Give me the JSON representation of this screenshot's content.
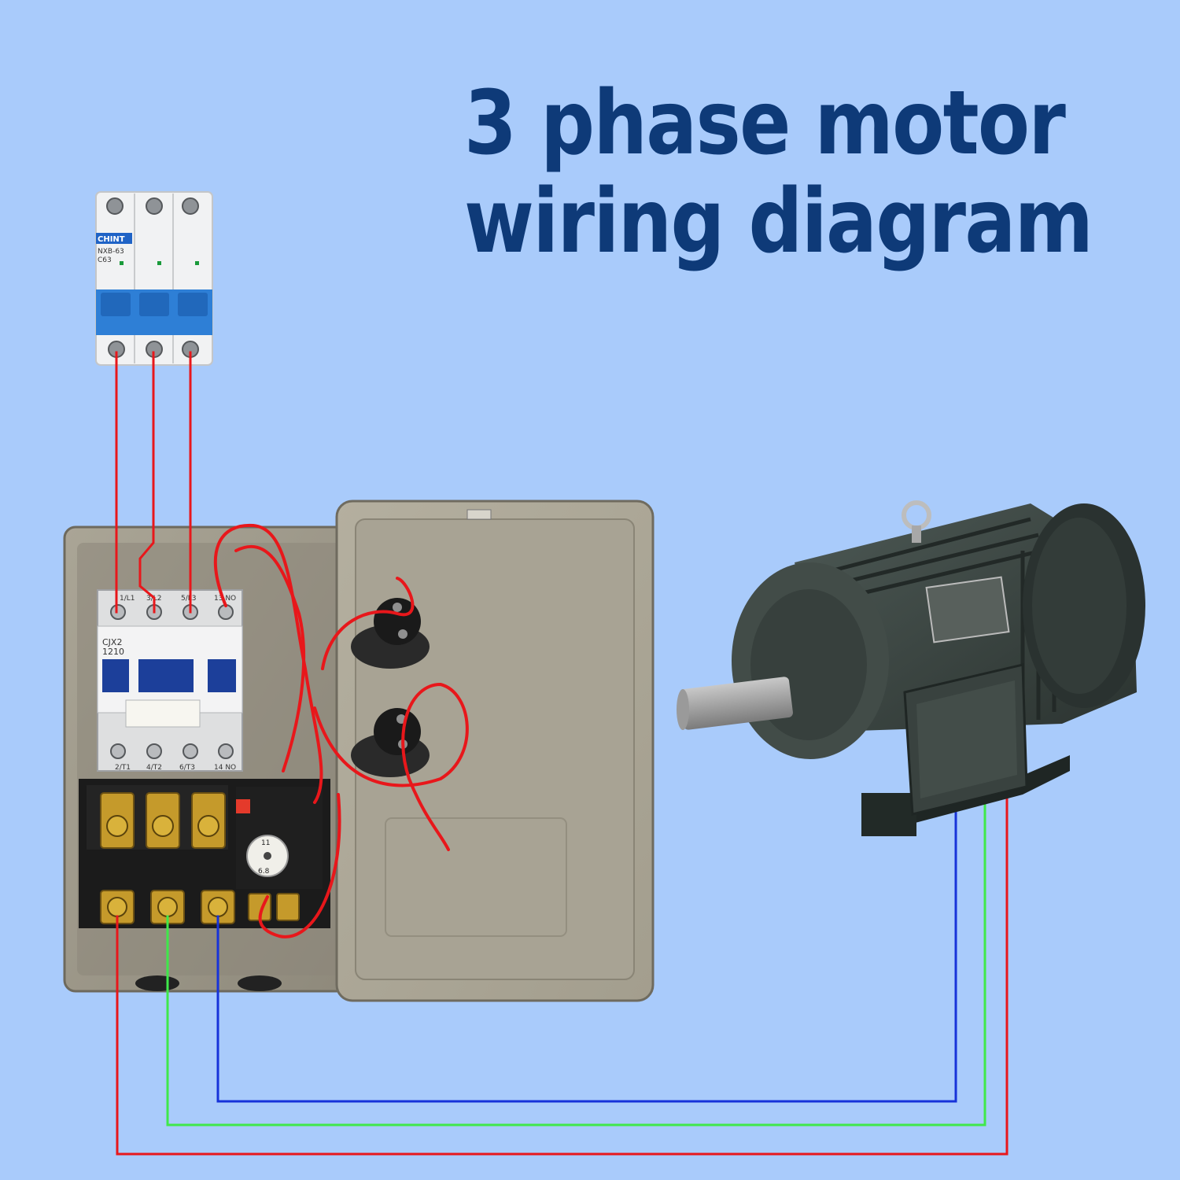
{
  "title": {
    "line1": "3 phase motor",
    "line2": "wiring diagram"
  },
  "breaker": {
    "brand": "CHINT",
    "model": "NXB-63",
    "rating": "C63"
  },
  "contactor": {
    "model_line1": "CJX2",
    "model_line2": "1210",
    "top_terminals": [
      "1/L1",
      "3/L2",
      "5/L3",
      "13 NO"
    ],
    "bottom_terminals": [
      "2/T1",
      "4/T2",
      "6/T3",
      "14 NO"
    ]
  },
  "overload_relay": {
    "dial_values": [
      "11",
      "6.8"
    ]
  },
  "colors": {
    "background": "#a9cbfb",
    "title": "#0e3a78",
    "wire_red": "#e8171b",
    "wire_green": "#3fe84a",
    "wire_blue": "#1733d9",
    "enclosure": "#9c9787",
    "motor_body": "#3a4440",
    "breaker_blue": "#2e7fd6"
  },
  "icons": [
    "circuit-breaker",
    "contactor",
    "overload-relay",
    "push-button",
    "enclosure-box",
    "three-phase-motor"
  ]
}
